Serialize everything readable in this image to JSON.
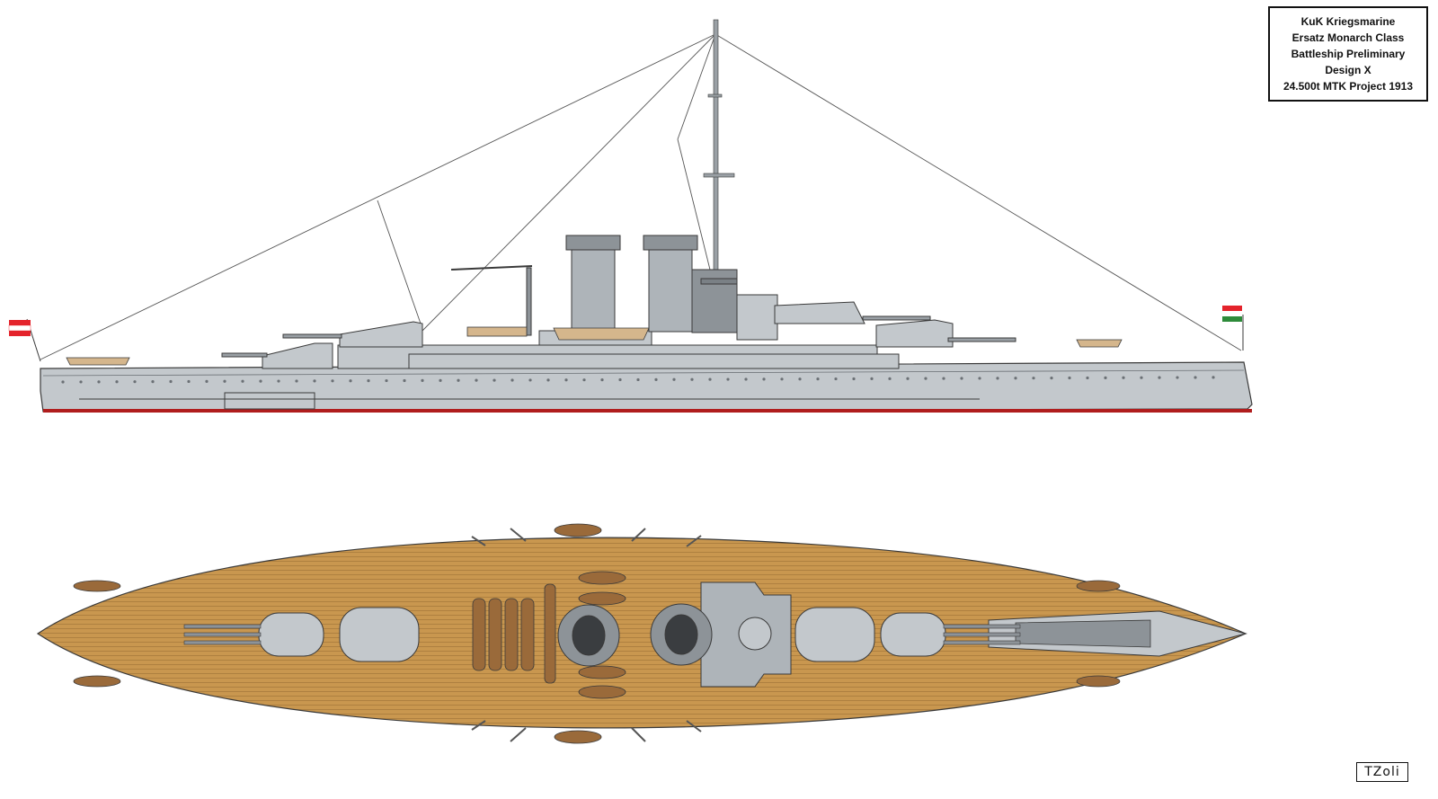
{
  "title_block": {
    "lines": [
      "KuK Kriegsmarine",
      "Ersatz Monarch Class",
      "Battleship Preliminary",
      "Design X",
      "24.500t MTK Project 1913"
    ]
  },
  "signature": {
    "text": "TZoli"
  },
  "views": {
    "side_profile": {
      "flag_colors": [
        "#e4232b",
        "#ffffff",
        "#2e8b3a"
      ]
    },
    "top_plan": {
      "deck_color": "#c9974f"
    }
  },
  "colors": {
    "hull_grey": "#c3c8cc",
    "red_waterline": "#b01d1d",
    "deck_wood": "#c9974f",
    "boat_wood": "#9a6a3a",
    "outline": "#3a3a3a"
  }
}
